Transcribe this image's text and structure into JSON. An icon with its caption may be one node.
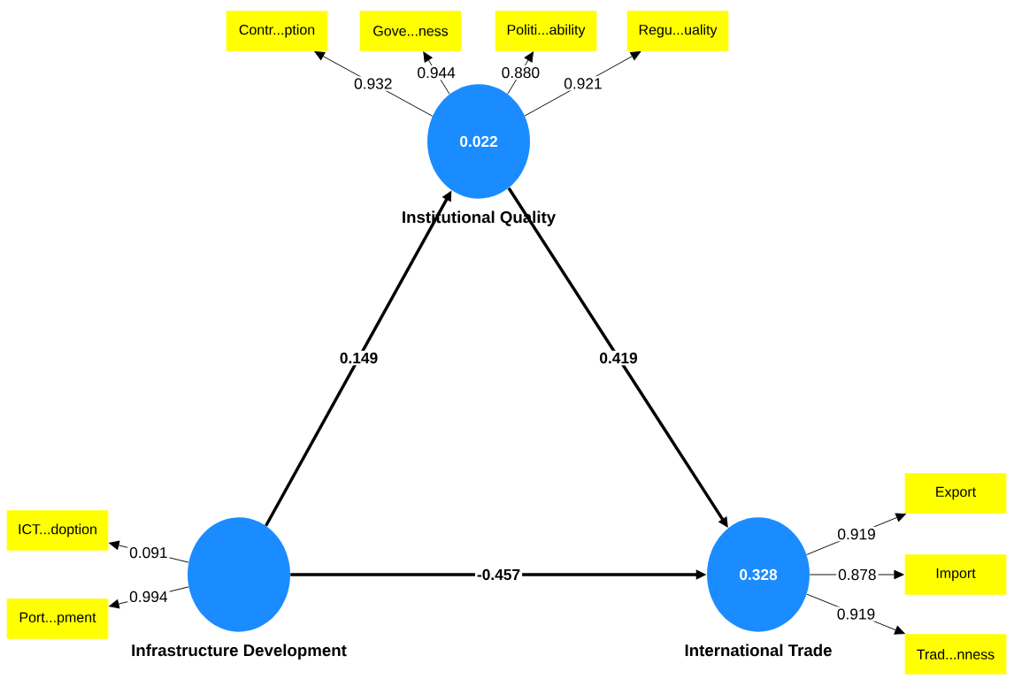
{
  "diagram": {
    "nodes": [
      {
        "text": [
          "0.022",
          "Institutional Quality"
        ]
      },
      {
        "text": [
          "Infrastructure Development"
        ]
      },
      {
        "text": [
          "0.328",
          "International Trade"
        ]
      },
      {
        "text": [
          "Contr...ption"
        ]
      },
      {
        "text": [
          "Gove...ness"
        ]
      },
      {
        "text": [
          "Politi...ability"
        ]
      },
      {
        "text": [
          "Regu...uality"
        ]
      },
      {
        "text": [
          "Export"
        ]
      },
      {
        "text": [
          "Import"
        ]
      },
      {
        "text": [
          "Trad...nness"
        ]
      },
      {
        "text": [
          "ICT...doption"
        ]
      },
      {
        "text": [
          "Port...pment"
        ]
      }
    ],
    "edges": [
      {
        "from": 1,
        "to": 0,
        "arrow": "to",
        "label": "0.149",
        "style": "thick"
      },
      {
        "from": 0,
        "to": 2,
        "arrow": "to",
        "label": "0.419",
        "style": "thick"
      },
      {
        "from": 1,
        "to": 2,
        "arrow": "to",
        "label": "-0.457",
        "style": "thick"
      },
      {
        "from": 0,
        "to": 3,
        "arrow": "to",
        "label": "0.932"
      },
      {
        "from": 0,
        "to": 4,
        "arrow": "to",
        "label": "0.944"
      },
      {
        "from": 0,
        "to": 5,
        "arrow": "to",
        "label": "0.880"
      },
      {
        "from": 0,
        "to": 6,
        "arrow": "to",
        "label": "0.921"
      },
      {
        "from": 2,
        "to": 7,
        "arrow": "to",
        "label": "0.919"
      },
      {
        "from": 2,
        "to": 8,
        "arrow": "to",
        "label": "0.878"
      },
      {
        "from": 2,
        "to": 9,
        "arrow": "to",
        "label": "0.919"
      },
      {
        "from": 1,
        "to": 10,
        "arrow": "to",
        "label": "0.091"
      },
      {
        "from": 1,
        "to": 11,
        "arrow": "to",
        "label": "0.994"
      }
    ]
  }
}
